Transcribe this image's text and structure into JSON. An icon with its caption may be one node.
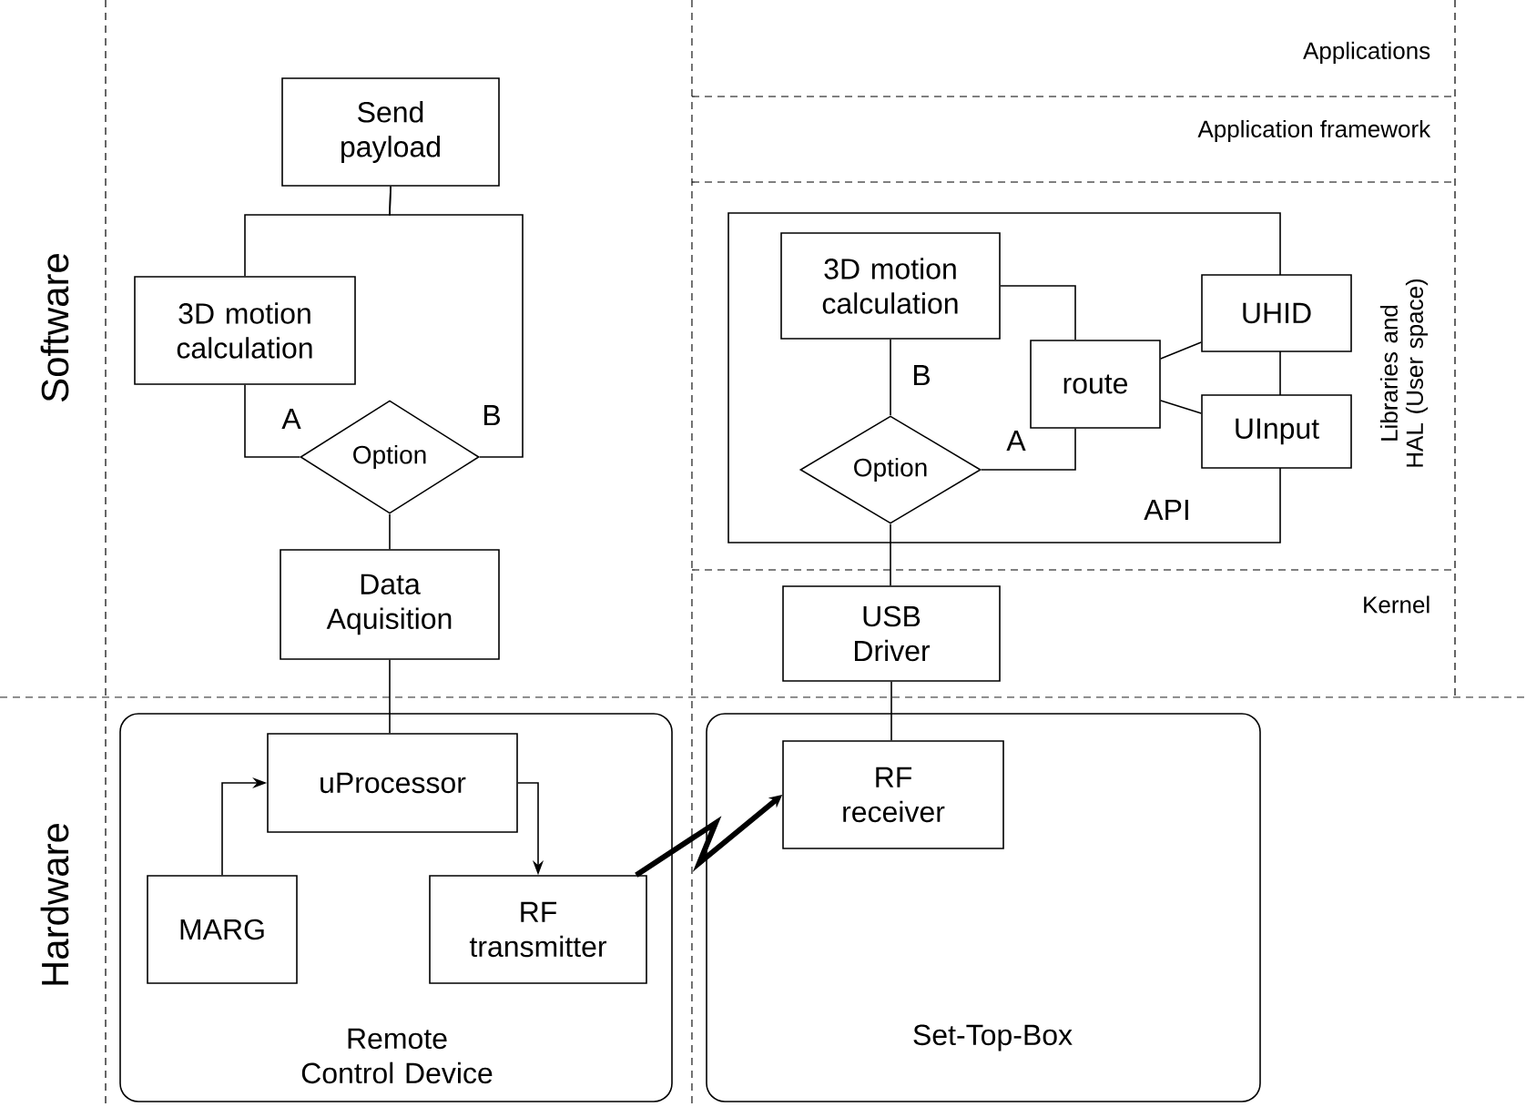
{
  "diagram": {
    "nodes": [
      {
        "text": [
          "Send payload"
        ]
      },
      {
        "text": [
          "3D motion calculation"
        ]
      },
      {
        "text": [
          "Option"
        ]
      },
      {
        "text": [
          "API"
        ]
      },
      {
        "text": [
          "3D motion calculation"
        ],
        "in": 3
      },
      {
        "text": [
          "route"
        ],
        "in": 3
      },
      {
        "text": [
          "UHID"
        ]
      },
      {
        "text": [
          "UInput"
        ]
      },
      {
        "text": [
          "Option"
        ],
        "in": 3
      },
      {
        "text": [
          "Data Aquisition"
        ]
      },
      {
        "text": [
          "USB Driver"
        ]
      },
      {
        "text": [
          "Remote Control Device"
        ]
      },
      {
        "text": [
          "uProcessor"
        ],
        "in": 11
      },
      {
        "text": [
          "MARG"
        ],
        "in": 11
      },
      {
        "text": [
          "RF transmitter"
        ],
        "in": 11
      },
      {
        "text": [
          "Set-Top-Box"
        ]
      },
      {
        "text": [
          "RF receiver"
        ],
        "in": 15
      }
    ],
    "edges": [
      {
        "from": 0,
        "to": 1,
        "arrow": "none"
      },
      {
        "from": 0,
        "to": 2,
        "arrow": "none",
        "label": "B"
      },
      {
        "from": 1,
        "to": 2,
        "arrow": "none",
        "label": "A"
      },
      {
        "from": 2,
        "to": 9,
        "arrow": "none"
      },
      {
        "from": 9,
        "to": 12,
        "arrow": "none"
      },
      {
        "from": 13,
        "to": 12,
        "arrow": "to"
      },
      {
        "from": 12,
        "to": 14,
        "arrow": "to"
      },
      {
        "from": 14,
        "to": 16,
        "arrow": "to",
        "style": "thick"
      },
      {
        "from": 4,
        "to": 5,
        "arrow": "none"
      },
      {
        "from": 4,
        "to": 8,
        "arrow": "none",
        "label": "B"
      },
      {
        "from": 8,
        "to": 5,
        "arrow": "none",
        "label": "A"
      },
      {
        "from": 5,
        "to": 6,
        "arrow": "none"
      },
      {
        "from": 5,
        "to": 7,
        "arrow": "none"
      },
      {
        "from": 8,
        "to": 10,
        "arrow": "none"
      },
      {
        "from": 10,
        "to": 16,
        "arrow": "none"
      }
    ],
    "labels": [
      "Applications",
      "Application framework",
      "Software",
      "Libraries and HAL (User space)",
      "Kernel",
      "Hardware"
    ]
  }
}
